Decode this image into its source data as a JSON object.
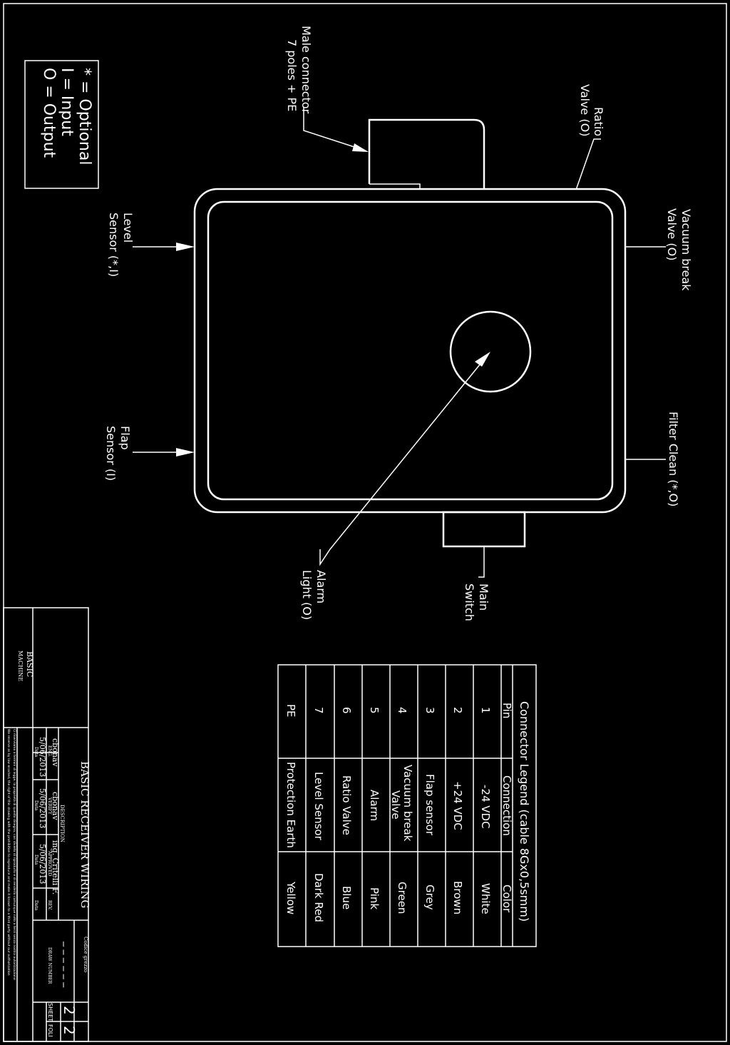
{
  "legend": {
    "line1": "* = Optional",
    "line2": "I = Input",
    "line3": "O = Output"
  },
  "labels": {
    "male_connector_1": "Male connector",
    "male_connector_2": "7 poles + PE",
    "ratio_valve_1": "Ratio",
    "ratio_valve_2": "Valve (O)",
    "vacuum_break_1": "Vacuum break",
    "vacuum_break_2": "Valve (O)",
    "level_sensor_1": "Level",
    "level_sensor_2": "Sensor (*,I)",
    "flap_sensor_1": "Flap",
    "flap_sensor_2": "Sensor (I)",
    "filter_clean": "Filter Clean (*,O)",
    "alarm_light_1": "Alarm",
    "alarm_light_2": "Light (O)",
    "main_switch_1": "Main",
    "main_switch_2": "Switch"
  },
  "connector_table": {
    "title": "Connector Legend (cable 8Gx0,5smm)",
    "headers": [
      "Pin",
      "Connection",
      "Color"
    ],
    "rows": [
      {
        "pin": "1",
        "connection": "-24 VDC",
        "color": "White"
      },
      {
        "pin": "2",
        "connection": "+24 VDC",
        "color": "Brown"
      },
      {
        "pin": "3",
        "connection": "Flap sensor",
        "color": "Grey"
      },
      {
        "pin": "4",
        "connection_1": "Vacuum break",
        "connection_2": "Valve",
        "color": "Green"
      },
      {
        "pin": "5",
        "connection": "Alarm",
        "color": "Pink"
      },
      {
        "pin": "6",
        "connection": "Ratio Valve",
        "color": "Blue"
      },
      {
        "pin": "7",
        "connection": "Level Sensor",
        "color": "Dark Red"
      },
      {
        "pin": "PE",
        "connection": "Protection Earth",
        "color": "Yellow"
      }
    ]
  },
  "title_block": {
    "machine_1": "BASIC",
    "machine_2": "MACHINE",
    "description": "BASIC RECEIVER WIRING",
    "description_label": "DESCRIPTION",
    "eng_name": "cbonav",
    "eng_label": "ENG.",
    "eng_date": "5/06/2013",
    "eng_date_label": "Data",
    "verify_name": "cbonav",
    "verify_label": "VERIFY",
    "verify_date": "5/06/2013",
    "verify_date_label": "Data",
    "approved_name": "ing. Critelli F.",
    "approved_label": "APPROVED",
    "approved_date": "5/06/2013",
    "approved_date_label": "Data",
    "rev_label": "REV.",
    "rev_date_label": "Data",
    "code_label": "Codice grezzo",
    "code_value": "_ _ _ _ _ _",
    "draw_label": "DRAW NUMBER",
    "sheet_label": "SHEET",
    "sheet_value": "2",
    "fogli_label": "FOLI",
    "fogli_value": "2",
    "copyright_1": "Ci riserviamo a termini di legge, la proprietà di questo disegno, con divieto di riprodurlo e di renderlo comunque noto a terzi senza nostra autorizzazione",
    "copyright_2": "We reserve as by law enacted, the right of this drawing with the prohibition to reproduce and make it known to a third party without our authorization"
  }
}
